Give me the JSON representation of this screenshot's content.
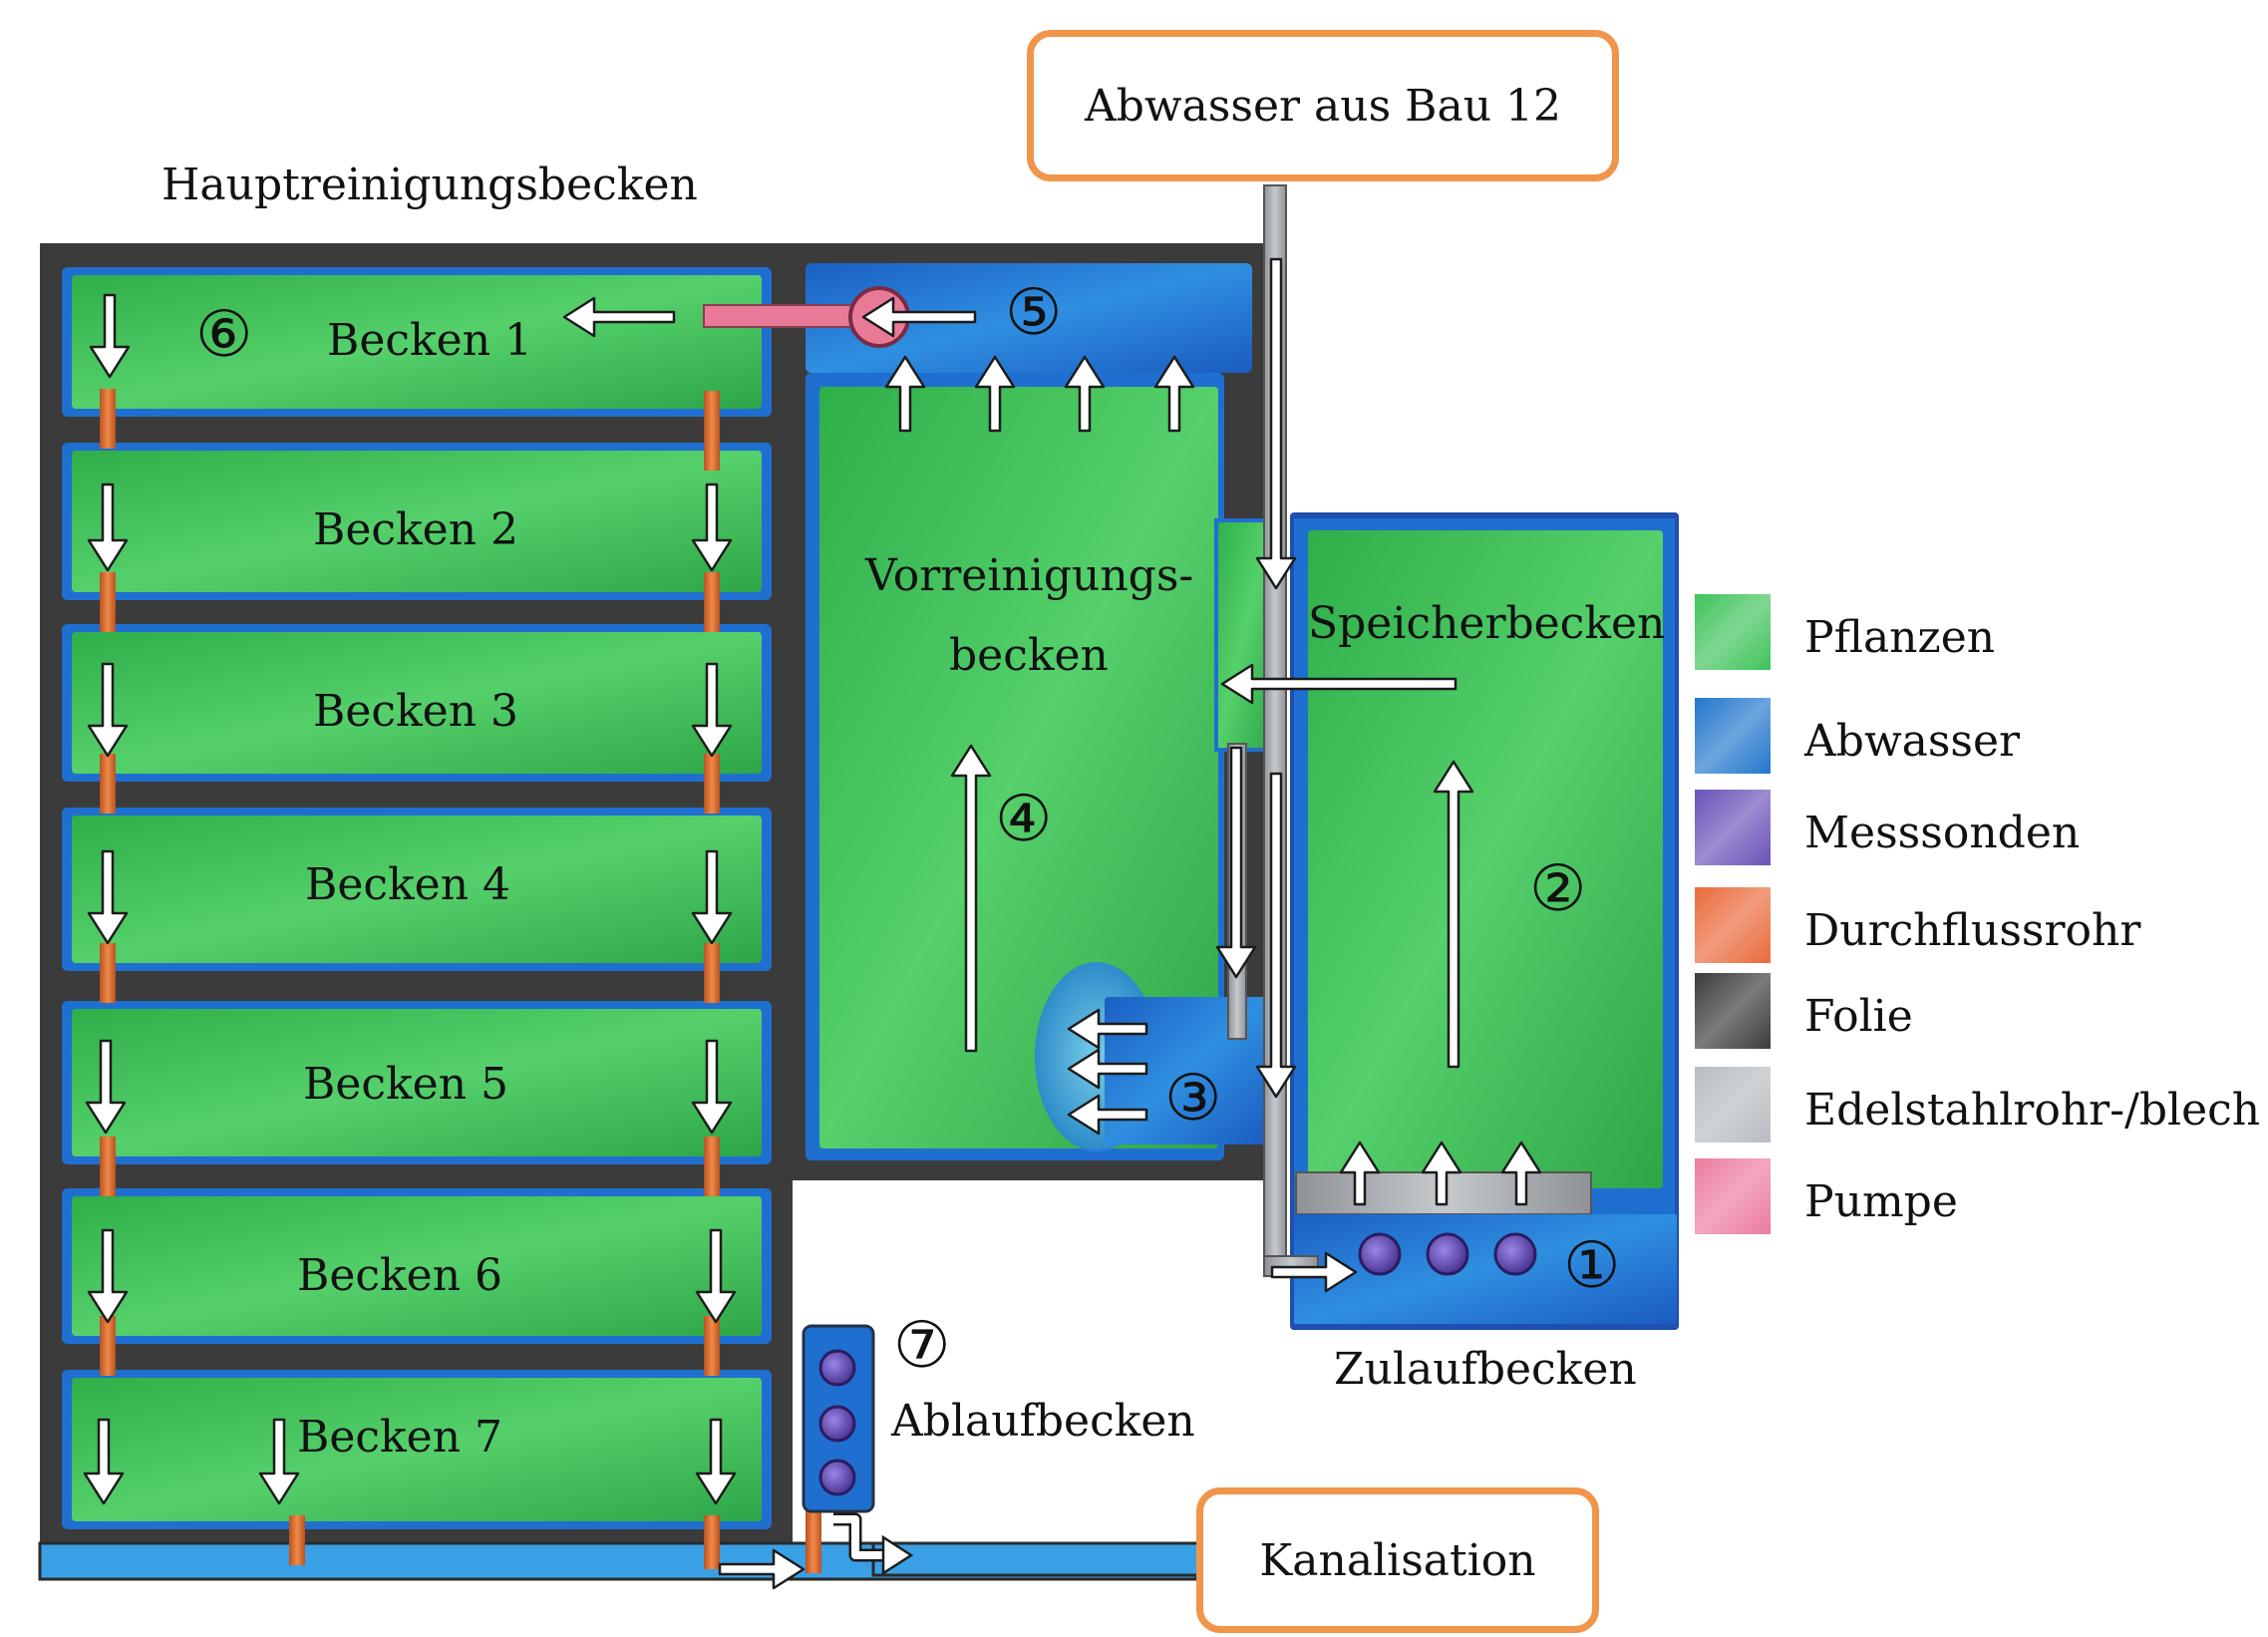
{
  "labels": {
    "haupt": "Hauptreinigungsbecken",
    "vorrein_1": "Vorreinigungs-",
    "vorrein_2": "becken",
    "speicher": "Speicherbecken",
    "zulauf": "Zulaufbecken",
    "ablauf": "Ablaufbecken",
    "abwasser_source": "Abwasser aus Bau 12",
    "kanalisation": "Kanalisation"
  },
  "basins": [
    "Becken 1",
    "Becken 2",
    "Becken 3",
    "Becken 4",
    "Becken 5",
    "Becken 6",
    "Becken 7"
  ],
  "steps": [
    "①",
    "②",
    "③",
    "④",
    "⑤",
    "⑥",
    "⑦"
  ],
  "legend": [
    {
      "label": "Pflanzen",
      "color": "#3fc35a"
    },
    {
      "label": "Abwasser",
      "color": "#2277cc"
    },
    {
      "label": "Messsonden",
      "color": "#6a52b8"
    },
    {
      "label": "Durchflussrohr",
      "color": "#ea6a3a"
    },
    {
      "label": "Folie",
      "color": "#3a3a3a"
    },
    {
      "label": "Edelstahlrohr-/blech",
      "color": "#b8bcc0"
    },
    {
      "label": "Pumpe",
      "color": "#ec7b9e"
    }
  ],
  "colors": {
    "plants": "#43c25c",
    "plants_dark": "#2aa445",
    "water": "#1f6fd0",
    "water_light": "#3aa0e6",
    "foil": "#3b3b3b",
    "pipe": "#d96a2e",
    "steel": "#a9adb1",
    "pump": "#e87a98",
    "probe": "#6f58c0",
    "orange_box": "#f0954a"
  }
}
